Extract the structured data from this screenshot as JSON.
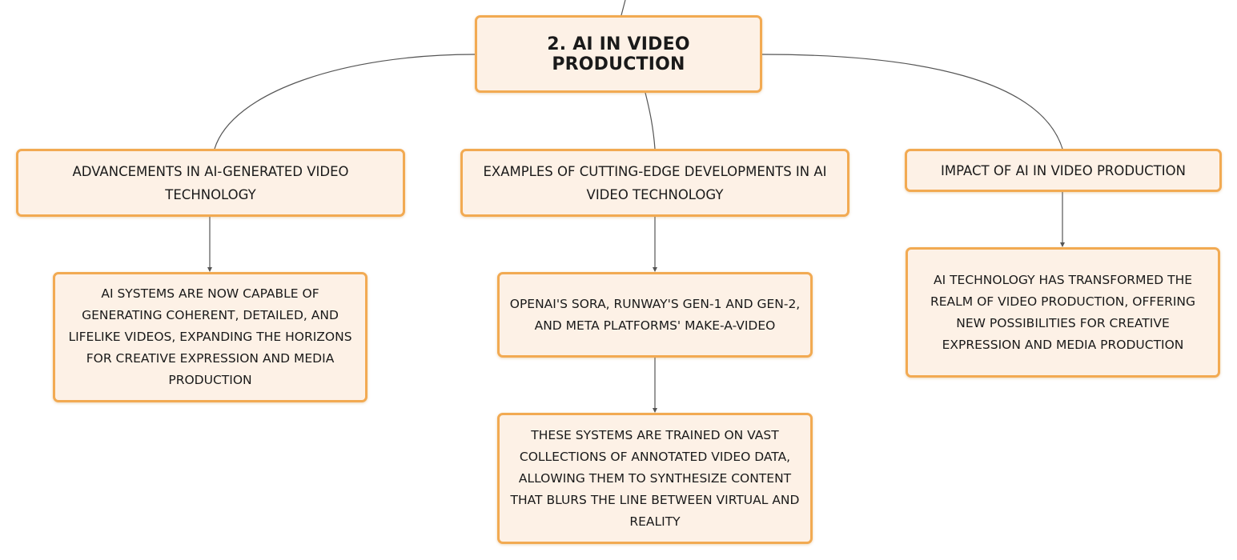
{
  "diagram": {
    "root": {
      "label": "2. AI IN VIDEO PRODUCTION"
    },
    "branches": [
      {
        "label": "ADVANCEMENTS IN AI-GENERATED VIDEO TECHNOLOGY",
        "details": [
          "AI SYSTEMS ARE NOW CAPABLE OF GENERATING COHERENT, DETAILED, AND LIFELIKE VIDEOS, EXPANDING THE HORIZONS FOR CREATIVE EXPRESSION AND MEDIA PRODUCTION"
        ]
      },
      {
        "label": "EXAMPLES OF CUTTING-EDGE DEVELOPMENTS IN AI VIDEO TECHNOLOGY",
        "details": [
          "OPENAI'S SORA, RUNWAY'S GEN-1 AND GEN-2, AND META PLATFORMS' MAKE-A-VIDEO",
          "THESE SYSTEMS ARE TRAINED ON VAST COLLECTIONS OF ANNOTATED VIDEO DATA, ALLOWING THEM TO SYNTHESIZE CONTENT THAT BLURS THE LINE BETWEEN VIRTUAL AND REALITY"
        ]
      },
      {
        "label": "IMPACT OF AI IN VIDEO PRODUCTION",
        "details": [
          "AI TECHNOLOGY HAS TRANSFORMED THE REALM OF VIDEO PRODUCTION, OFFERING NEW POSSIBILITIES FOR CREATIVE EXPRESSION AND MEDIA PRODUCTION"
        ]
      }
    ],
    "colors": {
      "node_fill": "#fdf1e6",
      "node_border": "#f2aa52",
      "connector": "#555555",
      "text": "#1a1a1a"
    }
  }
}
